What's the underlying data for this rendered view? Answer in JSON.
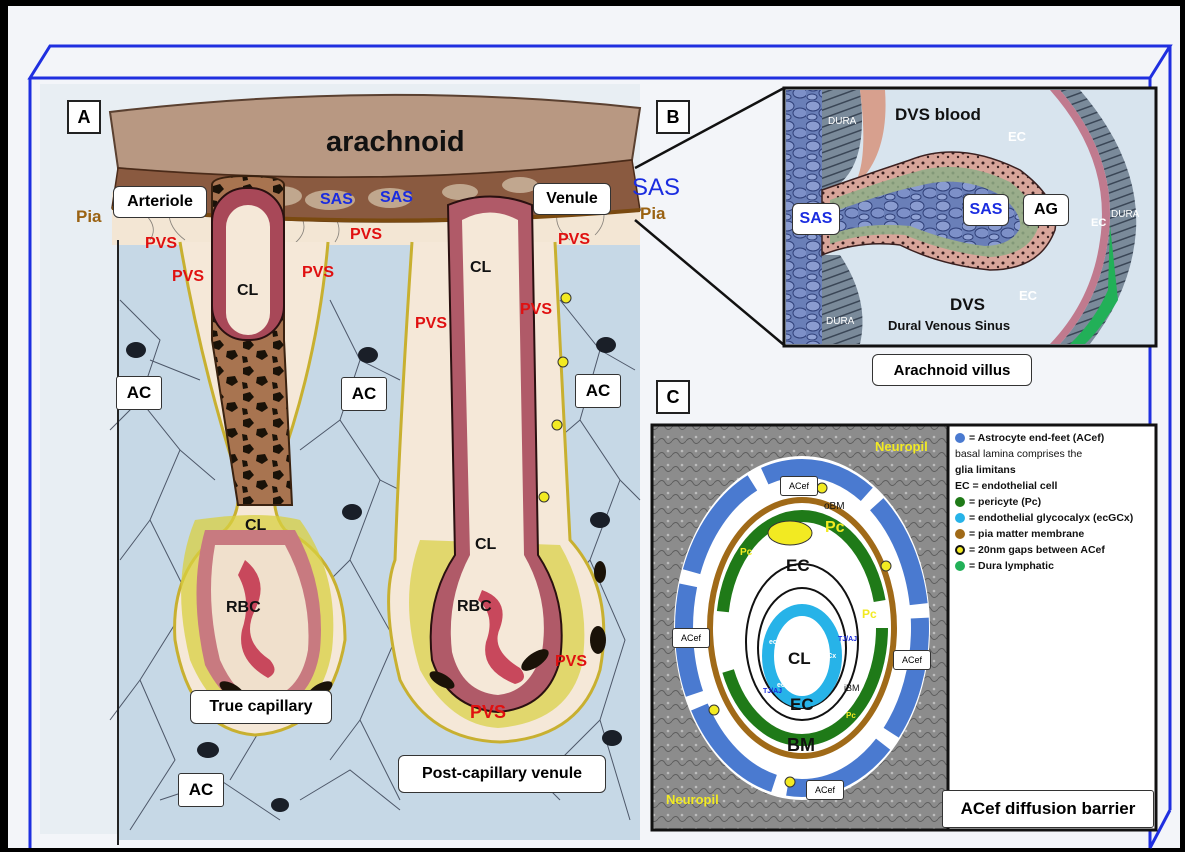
{
  "panels": {
    "a": "A",
    "b": "B",
    "c": "C"
  },
  "panel_a": {
    "arachnoid": "arachnoid",
    "pia_left": "Pia",
    "pia_right": "Pia",
    "sas_top_right": "SAS",
    "arteriole": "Arteriole",
    "venule": "Venule",
    "sas_1": "SAS",
    "sas_2": "SAS",
    "pvs_1": "PVS",
    "pvs_2": "PVS",
    "pvs_3": "PVS",
    "pvs_4": "PVS",
    "pvs_5": "PVS",
    "pvs_6": "PVS",
    "pvs_7": "PVS",
    "pvs_8": "PVS",
    "pvs_9": "PVS",
    "cl_1": "CL",
    "cl_2": "CL",
    "cl_3": "CL",
    "cl_4": "CL",
    "rbc_1": "RBC",
    "rbc_2": "RBC",
    "ac_1": "AC",
    "ac_2": "AC",
    "ac_3": "AC",
    "ac_4": "AC",
    "true_capillary": "True capillary",
    "post_capillary": "Post-capillary venule"
  },
  "panel_b": {
    "dvs_blood": "DVS blood",
    "ec_1": "EC",
    "ec_2": "EC",
    "ec_3": "EC",
    "dura_1": "DURA",
    "dura_2": "DURA",
    "dura_3": "DURA",
    "sas_left": "SAS",
    "sas_center": "SAS",
    "ag": "AG",
    "dvs": "DVS",
    "dvs_full": "Dural Venous Sinus",
    "caption": "Arachnoid villus"
  },
  "panel_c": {
    "neuropil_1": "Neuropil",
    "neuropil_2": "Neuropil",
    "acef_1": "ACef",
    "acef_2": "ACef",
    "acef_3": "ACef",
    "acef_4": "ACef",
    "obm": "oBM",
    "pc_1": "Pc",
    "pc_2": "Pc",
    "pc_3": "Pc",
    "pc_4": "Pc",
    "ec_1": "EC",
    "ec_2": "EC",
    "ecgcx_1": "ecGCx",
    "ecgcx_2": "ecGCx",
    "ecgcx_3": "ecGCx",
    "ecgcx_4": "ecGCx",
    "tjaj_1": "TJ/AJ",
    "tjaj_2": "TJ/AJ",
    "ibm": "iBM",
    "cl": "CL",
    "bm": "BM",
    "caption": "ACef diffusion barrier"
  },
  "legend": {
    "items": [
      {
        "text": "= Astrocyte end-feet (ACef)",
        "color": "#4a7ad0"
      },
      {
        "text": "basal lamina comprises the",
        "color": ""
      },
      {
        "text": "glia limitans",
        "color": ""
      },
      {
        "text": "EC  = endothelial cell",
        "color": ""
      },
      {
        "text": "=  pericyte (Pc)",
        "color": "#1f7a18"
      },
      {
        "text": "= endothelial glycocalyx (ecGCx)",
        "color": "#27b3e8"
      },
      {
        "text": "= pia matter membrane",
        "color": "#a06a18"
      },
      {
        "text": "= 20nm gaps between ACef",
        "color": "#f2ea22"
      },
      {
        "text": "= Dura lymphatic",
        "color": "#22b058"
      }
    ]
  },
  "colors": {
    "frame_blue": "#1f2fe0",
    "pvs_red": "#e01010",
    "sas_blue": "#1a2ce0",
    "pia_brown": "#9a6212",
    "neuropil_yellow": "#f2ea22"
  }
}
